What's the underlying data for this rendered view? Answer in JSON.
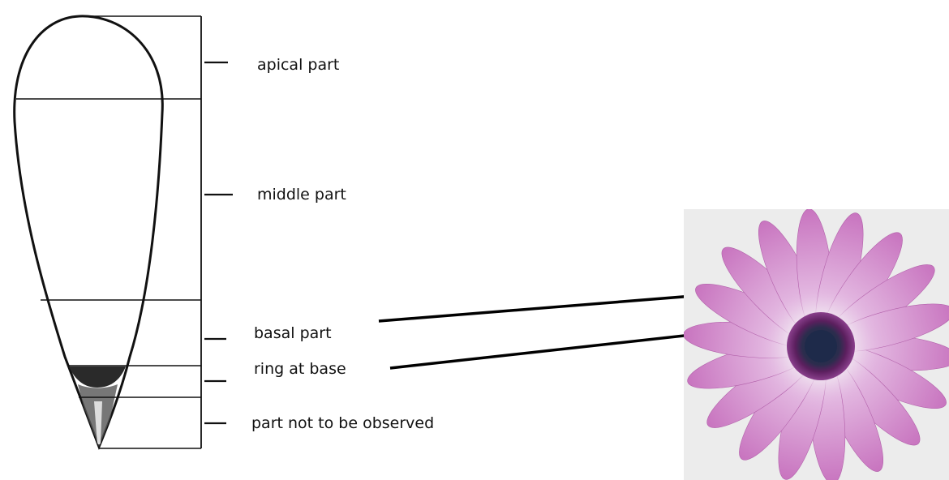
{
  "labels": {
    "apical": "apical part",
    "middle": "middle part",
    "basal": "basal part",
    "ring": "ring at base",
    "not_observed": "part not to be observed"
  },
  "colors": {
    "petal": "#c874bf",
    "petal_light": "#e6c2e4",
    "petal_base": "#f1e6f1",
    "ring": "#5b1f5e",
    "center": "#1e2a4a",
    "photo_bg": "#ececec",
    "ink": "#111111"
  }
}
